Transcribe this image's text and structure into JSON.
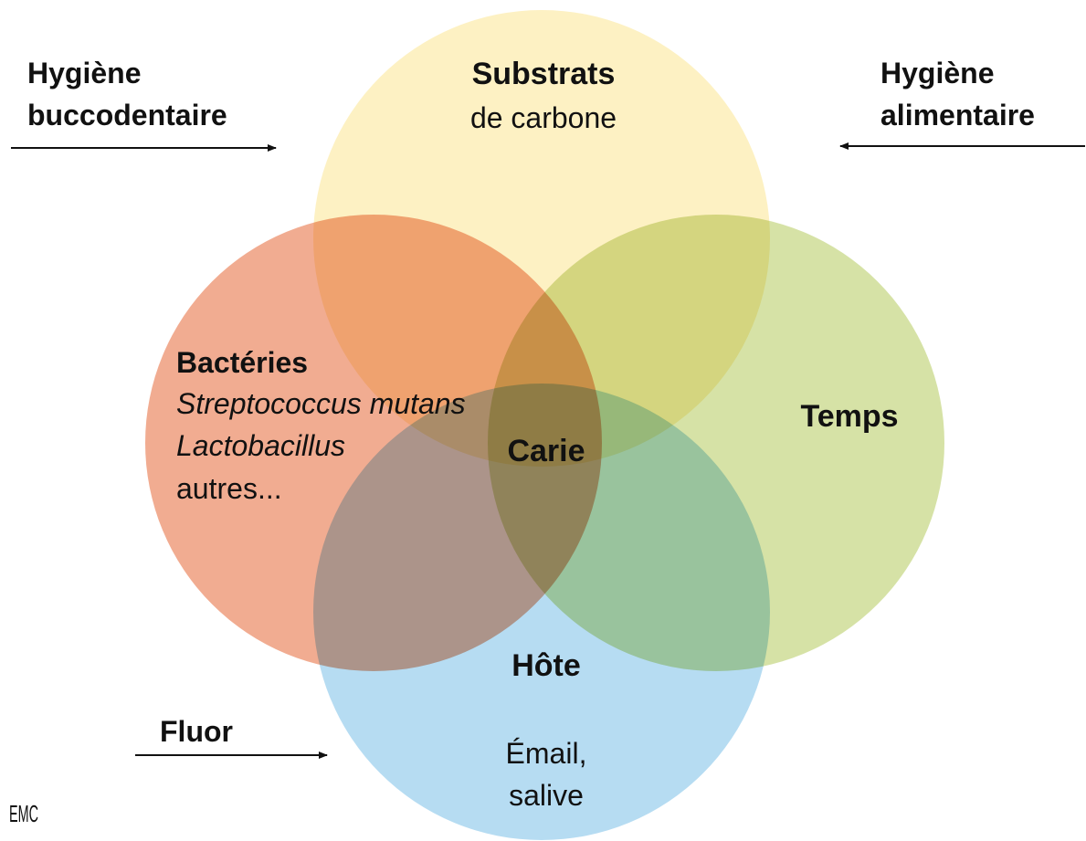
{
  "circles": {
    "substrats": {
      "title": "Substrats",
      "subtitle": "de carbone",
      "color": "#FDEFB8"
    },
    "bacteries": {
      "title": "Bactéries",
      "line1": "Streptococcus mutans",
      "line2": "Lactobacillus",
      "line3": "autres...",
      "color": "#EE9E7E"
    },
    "temps": {
      "title": "Temps",
      "color": "#CFDD96"
    },
    "hote": {
      "title": "Hôte",
      "line1": "Émail,",
      "line2": "salive",
      "color": "#A9D6F0"
    }
  },
  "center": {
    "label": "Carie"
  },
  "factors": {
    "hygiene_bucco": {
      "line1": "Hygiène",
      "line2": "buccodentaire"
    },
    "hygiene_alim": {
      "line1": "Hygiène",
      "line2": "alimentaire"
    },
    "fluor": {
      "label": "Fluor"
    }
  },
  "logo": {
    "text": "EMC"
  }
}
